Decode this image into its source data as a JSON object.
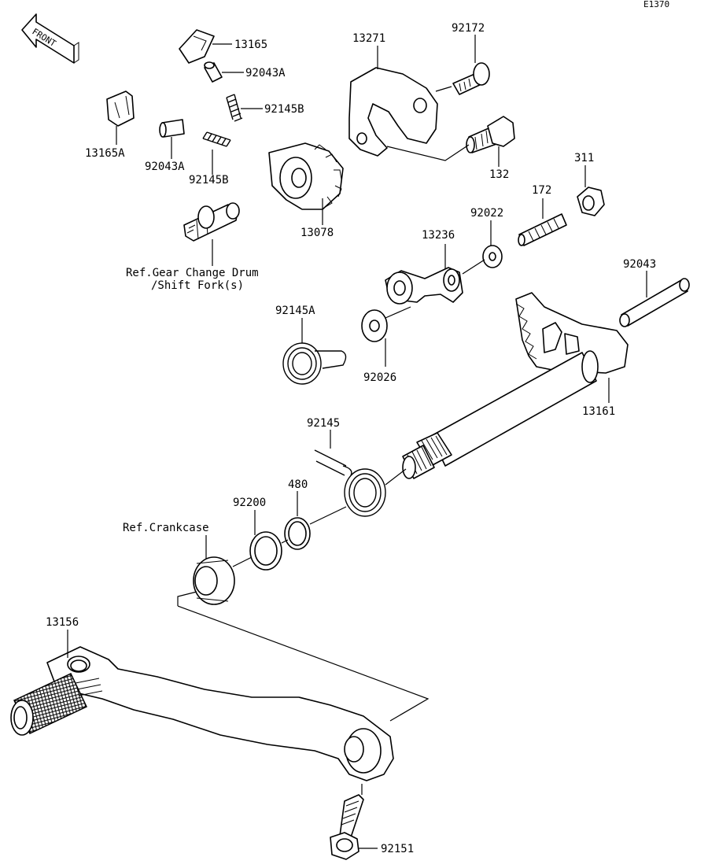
{
  "diagram_code": "E1370",
  "front_label": "FRONT",
  "parts": {
    "p13165": "13165",
    "p92043A_top": "92043A",
    "p92145B_top": "92145B",
    "p13165A": "13165A",
    "p92043A_left": "92043A",
    "p92145B_left": "92145B",
    "p13271": "13271",
    "p92172": "92172",
    "p132": "132",
    "p311": "311",
    "p172": "172",
    "p13078": "13078",
    "p92022": "92022",
    "p13236": "13236",
    "p92043": "92043",
    "p92145A": "92145A",
    "p92026": "92026",
    "p13161": "13161",
    "p92145": "92145",
    "p480": "480",
    "p92200": "92200",
    "p13156": "13156",
    "p92151": "92151"
  },
  "references": {
    "gear_change_line1": "Ref.Gear Change Drum",
    "gear_change_line2": "/Shift Fork(s)",
    "crankcase": "Ref.Crankcase"
  }
}
